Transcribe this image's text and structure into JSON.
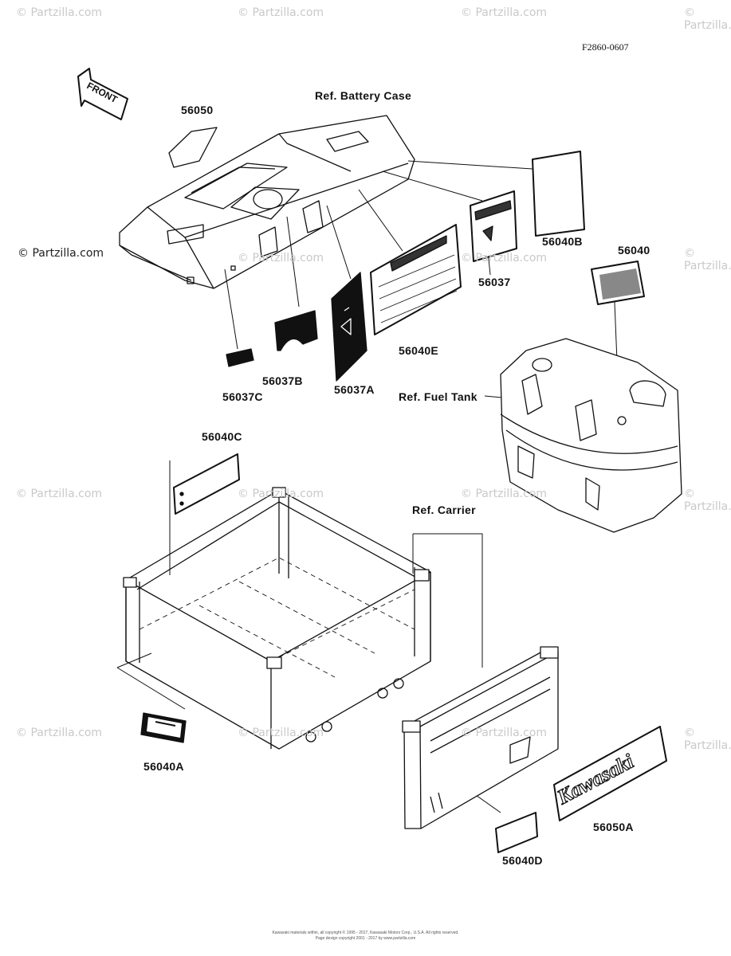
{
  "diagram_code": "F2860-0607",
  "watermark": "© Partzilla.com",
  "front_label": "FRONT",
  "refs": {
    "battery_case": "Ref. Battery Case",
    "fuel_tank": "Ref. Fuel Tank",
    "carrier": "Ref. Carrier"
  },
  "parts": {
    "p56050": "56050",
    "p56040": "56040",
    "p56040B": "56040B",
    "p56037": "56037",
    "p56040E": "56040E",
    "p56037A": "56037A",
    "p56037B": "56037B",
    "p56037C": "56037C",
    "p56040C": "56040C",
    "p56040A": "56040A",
    "p56050A": "56050A",
    "p56040D": "56040D"
  },
  "decal_text": {
    "kawasaki": "Kawasaki"
  },
  "footer": [
    "Kawasaki materials within, all copyright © 1995 - 2017, Kawasaki Motors Corp., U.S.A. All rights reserved.",
    "Page design copyright 2001 - 2017 by www.partzilla.com"
  ],
  "colors": {
    "ink": "#111111",
    "watermark": "#c9c9c9",
    "background": "#ffffff"
  }
}
